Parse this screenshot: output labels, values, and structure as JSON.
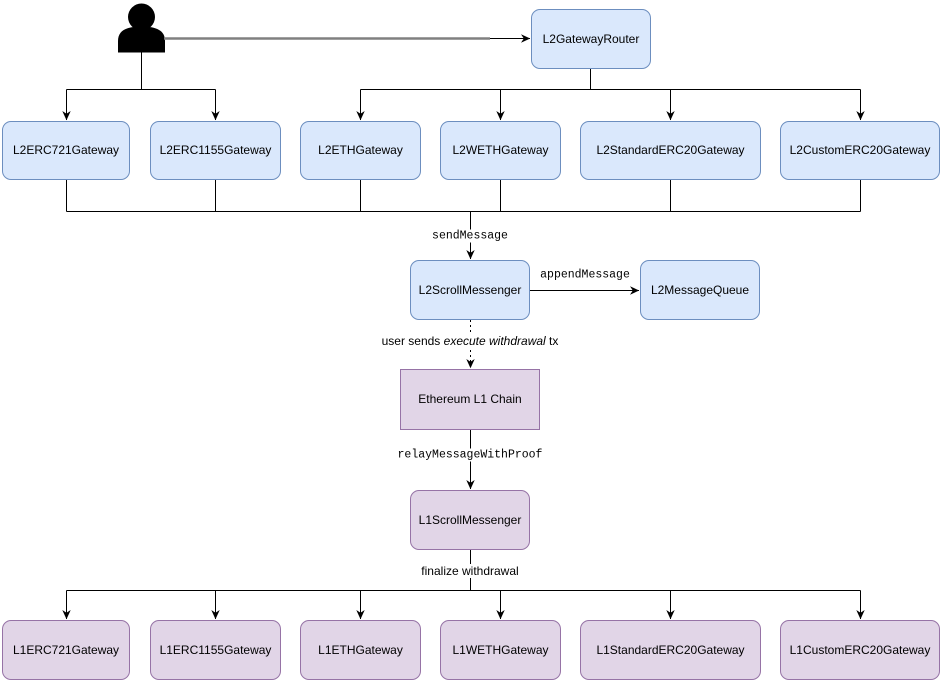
{
  "diagram": {
    "colors": {
      "l2_node_fill": "#dae8fc",
      "l2_node_border": "#6c8ebf",
      "l1_node_fill": "#e1d5e7",
      "l1_node_border": "#9673a6",
      "edge_line": "#000000",
      "actor_link_line": "#808080",
      "actor_fill": "#000000"
    },
    "nodes": {
      "gateway_router": "L2GatewayRouter",
      "l2_scroll_messenger": "L2ScrollMessenger",
      "l2_message_queue": "L2MessageQueue",
      "ethereum_l1_chain": "Ethereum L1 Chain",
      "l1_scroll_messenger": "L1ScrollMessenger"
    },
    "l2_gateways": [
      "L2ERC721Gateway",
      "L2ERC1155Gateway",
      "L2ETHGateway",
      "L2WETHGateway",
      "L2StandardERC20Gateway",
      "L2CustomERC20Gateway"
    ],
    "l1_gateways": [
      "L1ERC721Gateway",
      "L1ERC1155Gateway",
      "L1ETHGateway",
      "L1WETHGateway",
      "L1StandardERC20Gateway",
      "L1CustomERC20Gateway"
    ],
    "edge_labels": {
      "send_message": "sendMessage",
      "append_message": "appendMessage",
      "user_sends_prefix": "user sends ",
      "user_sends_italic": "execute withdrawal",
      "user_sends_suffix": " tx",
      "relay_message": "relayMessageWithProof",
      "finalize_withdrawal": "finalize withdrawal"
    }
  }
}
